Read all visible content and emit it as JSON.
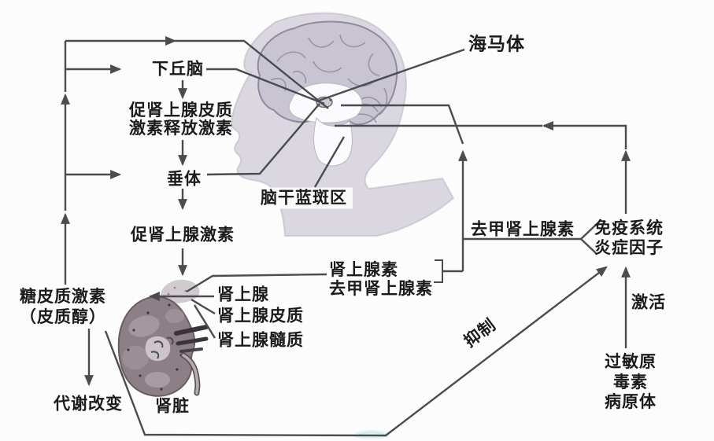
{
  "labels": {
    "hypothalamus": "下丘脑",
    "crh_line1": "促肾上腺皮质",
    "crh_line2": "激素释放激素",
    "pituitary": "垂体",
    "acth": "促肾上腺激素",
    "hippocampus": "海马体",
    "locus_coeruleus": "脑干蓝斑区",
    "norepinephrine_to_immune": "去甲肾上腺素",
    "immune_line1": "免疫系统",
    "immune_line2": "炎症因子",
    "epinephrine": "肾上腺素",
    "norepinephrine": "去甲肾上腺素",
    "glucocorticoid": "糖皮质激素",
    "cortisol": "（皮质醇）",
    "adrenal_gland": "肾上腺",
    "adrenal_cortex": "肾上腺皮质",
    "adrenal_medulla": "肾上腺髓质",
    "metabolic_change": "代谢改变",
    "kidney": "肾脏",
    "inhibit": "抑制",
    "activate": "激活",
    "allergen": "过敏原",
    "toxin": "毒素",
    "pathogen": "病原体"
  },
  "colors": {
    "background": "#fcfcfc",
    "line": "#4b4b50",
    "text": "#1b1b1d",
    "head": "#dad7e1",
    "brain": "#c8c4d2",
    "kidney": "#8c8086"
  }
}
